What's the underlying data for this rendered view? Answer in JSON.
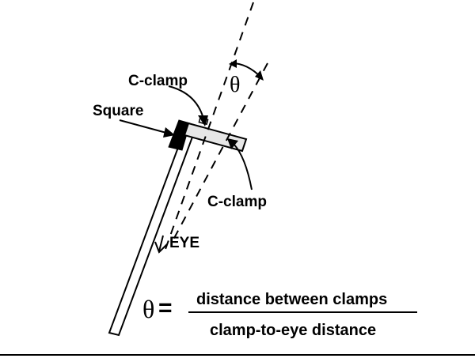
{
  "labels": {
    "c_clamp_top": "C-clamp",
    "square": "Square",
    "c_clamp_bottom": "C-clamp",
    "eye": "EYE",
    "theta_symbol": "θ"
  },
  "formula": {
    "lhs_symbol": "θ",
    "equals": "=",
    "numerator": "distance between clamps",
    "denominator": "clamp-to-eye distance"
  }
}
